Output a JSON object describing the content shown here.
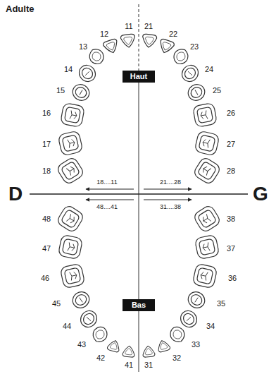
{
  "diagram": {
    "title": "Adulte",
    "nodes": [
      {
        "text": [
          "Haut"
        ]
      },
      {
        "text": [
          "Bas"
        ]
      }
    ],
    "labels": [
      "D",
      "G",
      "11",
      "12",
      "13",
      "14",
      "15",
      "16",
      "17",
      "18",
      "21",
      "22",
      "23",
      "24",
      "25",
      "26",
      "27",
      "28",
      "31",
      "32",
      "33",
      "34",
      "35",
      "36",
      "37",
      "38",
      "41",
      "42",
      "43",
      "44",
      "45",
      "46",
      "47",
      "48",
      "18....11",
      "21....28",
      "48....41",
      "31....38"
    ]
  }
}
